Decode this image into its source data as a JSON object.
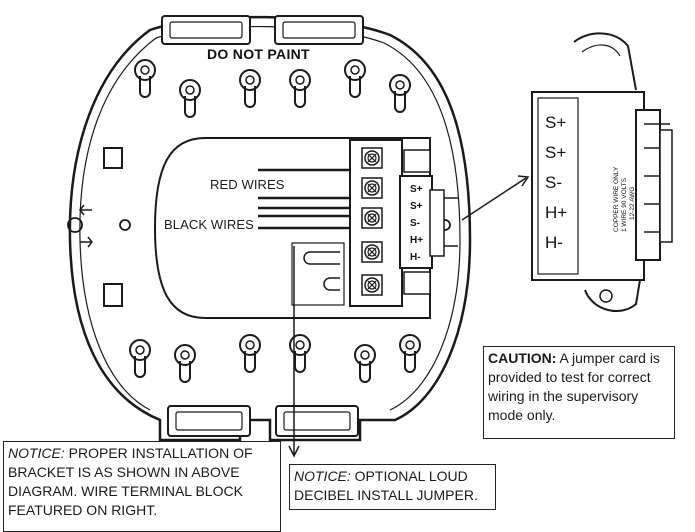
{
  "bracket": {
    "do_not_paint": "DO NOT PAINT"
  },
  "wires": {
    "red_label": "RED WIRES",
    "black_label": "BLACK WIRES"
  },
  "terminal_block": {
    "small_terms": [
      "S+",
      "S+",
      "S-",
      "H+",
      "H-"
    ]
  },
  "jumper_card": {
    "terms": [
      "S+",
      "S+",
      "S-",
      "H+",
      "H-"
    ],
    "side_text": [
      "COPPER WIRE ONLY",
      "1 WIRE 90 VOLTS",
      "12-22 AWG"
    ]
  },
  "caution": {
    "title": "CAUTION:",
    "body": " A jumper card is provided to test for correct wiring in the supervisory mode only."
  },
  "notice_bracket": {
    "title": "NOTICE:",
    "body": " PROPER INSTALLATION OF BRACKET IS AS SHOWN IN ABOVE DIAGRAM.  WIRE TERMINAL BLOCK FEATURED ON RIGHT."
  },
  "notice_jumper": {
    "title": "NOTICE:",
    "body": " OPTIONAL LOUD DECIBEL INSTALL JUMPER."
  },
  "colors": {
    "line": "#1a1a1a",
    "background": "#ffffff"
  }
}
